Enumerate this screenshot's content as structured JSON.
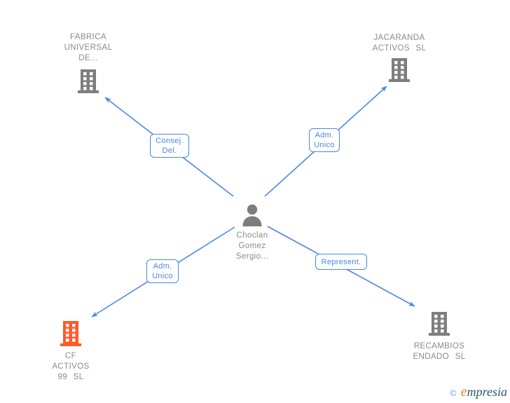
{
  "diagram": {
    "type": "corporate-relationship-graph",
    "background": "#ffffff"
  },
  "colors": {
    "edge": "#4a86e8",
    "edge_label_text": "#4a86e8",
    "edge_label_border": "#4a86e8",
    "company_icon_gray": "#7e7e7e",
    "company_icon_highlight": "#ff5a2b",
    "person_icon": "#7e7e7e",
    "node_text": "#8a8a8a"
  },
  "nodes": {
    "person": {
      "line1": "Choclan",
      "line2": "Gomez",
      "line3": "Sergio...",
      "icon": "person-icon"
    },
    "fabrica": {
      "line1": "FABRICA",
      "line2": "UNIVERSAL",
      "line3": "DE...",
      "icon": "building-icon"
    },
    "jacaranda": {
      "line1": "JACARANDA",
      "line2": "ACTIVOS SL",
      "icon": "building-icon"
    },
    "cf_activos": {
      "line1": "CF",
      "line2": "ACTIVOS",
      "line3": "99 SL",
      "icon": "building-icon"
    },
    "recambios": {
      "line1": "RECAMBIOS",
      "line2": "ENDADO SL",
      "icon": "building-icon"
    }
  },
  "edge_labels": {
    "consej_del": {
      "line1": "Consej.",
      "line2": "Del."
    },
    "adm_unico_top": {
      "line1": "Adm.",
      "line2": "Unico"
    },
    "adm_unico_bottom": {
      "line1": "Adm.",
      "line2": "Unico"
    },
    "represent": {
      "line1": "Represent."
    }
  },
  "footer": {
    "copyright_symbol": "©",
    "brand_initial": "e",
    "brand_rest": "mpresia"
  }
}
